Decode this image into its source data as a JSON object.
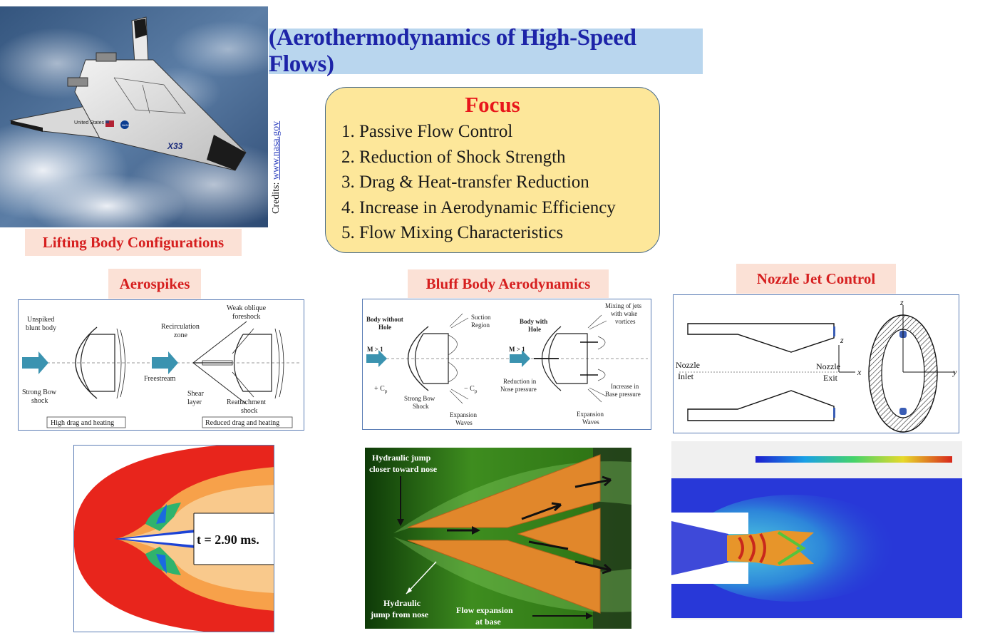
{
  "title": "(Aerothermodynamics of High-Speed Flows)",
  "focus": {
    "heading": "Focus",
    "items": [
      "1. Passive Flow Control",
      "2. Reduction of  Shock Strength",
      "3. Drag & Heat-transfer Reduction",
      "4. Increase in Aerodynamic Efficiency",
      "5. Flow Mixing Characteristics"
    ]
  },
  "credits": {
    "prefix": "Credits: ",
    "link": "www.nasa.gov"
  },
  "spaceplane": {
    "flag_text": "United States",
    "badge_text": "NASA",
    "model": "X33"
  },
  "sections": {
    "lifting": "Lifting Body Configurations",
    "aerospikes": "Aerospikes",
    "bluff": "Bluff Body Aerodynamics",
    "nozzle": "Nozzle Jet Control"
  },
  "aerospike_diagram": {
    "unspiked": "Unspiked",
    "blunt_body": "blunt body",
    "strong_bow": "Strong Bow",
    "shock": "shock",
    "recirc1": "Recirculation",
    "recirc2": "zone",
    "weak1": "Weak oblique",
    "weak2": "foreshock",
    "freestream": "Freestream",
    "shear1": "Shear",
    "shear2": "layer",
    "reattach1": "Reattachment",
    "reattach2": "shock",
    "cap_left": "High drag and heating",
    "cap_right": "Reduced drag and heating"
  },
  "bluff_diagram": {
    "without1": "Body without",
    "without2": "Hole",
    "suction1": "Suction",
    "suction2": "Region",
    "with1": "Body with",
    "with2": "Hole",
    "mixing1": "Mixing of jets",
    "mixing2": "with wake",
    "mixing3": "vortices",
    "mach1": "M > 1",
    "mach2": "M > 1",
    "cp_plus": "+ C",
    "cp_minus": "− C",
    "cp_sub": "p",
    "strong1": "Strong Bow",
    "strong2": "Shock",
    "exp1a": "Expansion",
    "exp1b": "Waves",
    "red1": "Reduction in",
    "red2": "Nose pressure",
    "inc1": "Increase in",
    "inc2": "Base pressure",
    "exp2a": "Expansion",
    "exp2b": "Waves"
  },
  "nozzle_diagram": {
    "inlet1": "Nozzle",
    "inlet2": "Inlet",
    "exit1": "Nozzle",
    "exit2": "Exit",
    "z": "z",
    "x": "x",
    "y": "y",
    "z2": "z"
  },
  "sim_left": {
    "time_label": "t = 2.90 ms."
  },
  "sim_mid": {
    "jump_top1": "Hydraulic jump",
    "jump_top2": "closer toward nose",
    "jump_bot1": "Hydraulic",
    "jump_bot2": "jump from nose",
    "flow1": "Flow expansion",
    "flow2": "at base"
  },
  "colors": {
    "title_text": "#1d24a8",
    "title_bg": "#b9d6ee",
    "focus_bg": "#fde79a",
    "focus_heading": "#e8161b",
    "label_bg": "#fbe1d6",
    "label_text": "#d61f1f",
    "panel_border": "#5b7db5",
    "arrow": "#3b93b0"
  }
}
